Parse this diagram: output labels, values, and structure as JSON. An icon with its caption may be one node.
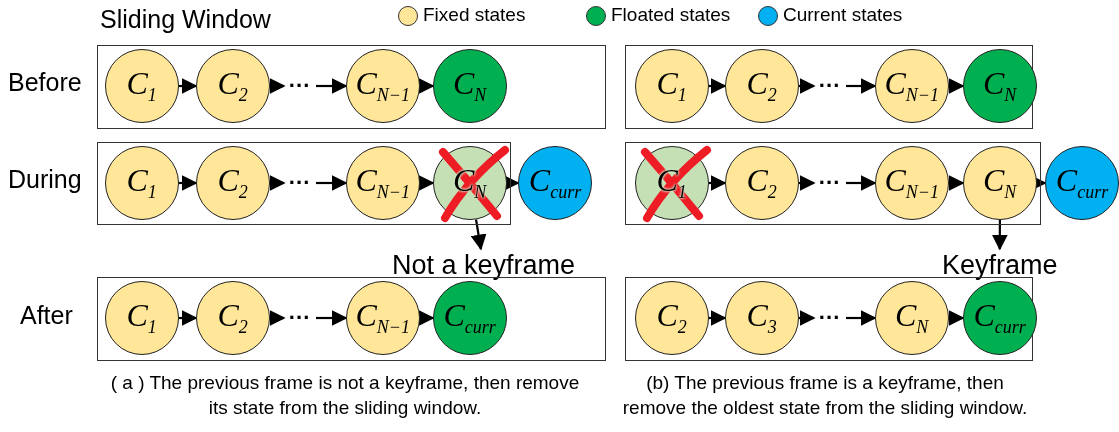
{
  "diagram": {
    "title": "Sliding Window",
    "nodes": [
      {
        "text": [],
        "shape": "box"
      },
      {
        "text": [
          "C$_{1}$"
        ],
        "in": 0
      },
      {
        "text": [
          "C$_{2}$"
        ],
        "in": 0
      },
      {
        "text": [
          "···"
        ],
        "in": 0
      },
      {
        "text": [
          "C$_{N−1}$"
        ],
        "in": 0
      },
      {
        "text": [
          "C$_{N}$"
        ],
        "in": 0
      },
      {
        "text": [],
        "shape": "box"
      },
      {
        "text": [
          "C$_{1}$"
        ],
        "in": 6
      },
      {
        "text": [
          "C$_{2}$"
        ],
        "in": 6
      },
      {
        "text": [
          "···"
        ],
        "in": 6
      },
      {
        "text": [
          "C$_{N−1}$"
        ],
        "in": 6
      },
      {
        "text": [
          "C$_{N}$"
        ],
        "in": 6
      },
      {
        "text": [],
        "shape": "box"
      },
      {
        "text": [
          "C$_{1}$"
        ],
        "in": 12
      },
      {
        "text": [
          "C$_{2}$"
        ],
        "in": 12
      },
      {
        "text": [
          "···"
        ],
        "in": 12
      },
      {
        "text": [
          "C$_{N−1}$"
        ],
        "in": 12
      },
      {
        "text": [
          "C$_{N}$"
        ],
        "in": 12
      },
      {
        "text": [
          "C$_{curr}$"
        ]
      },
      {
        "text": [],
        "shape": "box"
      },
      {
        "text": [
          "C$_{1}$"
        ],
        "in": 19
      },
      {
        "text": [
          "C$_{2}$"
        ],
        "in": 19
      },
      {
        "text": [
          "···"
        ],
        "in": 19
      },
      {
        "text": [
          "C$_{N−1}$"
        ],
        "in": 19
      },
      {
        "text": [
          "C$_{N}$"
        ],
        "in": 19
      },
      {
        "text": [
          "C$_{curr}$"
        ]
      },
      {
        "text": [
          "Not a keyframe"
        ]
      },
      {
        "text": [
          "Keyframe"
        ]
      },
      {
        "text": [],
        "shape": "box"
      },
      {
        "text": [
          "C$_{1}$"
        ],
        "in": 28
      },
      {
        "text": [
          "C$_{2}$"
        ],
        "in": 28
      },
      {
        "text": [
          "···"
        ],
        "in": 28
      },
      {
        "text": [
          "C$_{N−1}$"
        ],
        "in": 28
      },
      {
        "text": [
          "C$_{curr}$"
        ],
        "in": 28
      },
      {
        "text": [],
        "shape": "box"
      },
      {
        "text": [
          "C$_{2}$"
        ],
        "in": 34
      },
      {
        "text": [
          "C$_{3}$"
        ],
        "in": 34
      },
      {
        "text": [
          "···"
        ],
        "in": 34
      },
      {
        "text": [
          "C$_{N}$"
        ],
        "in": 34
      },
      {
        "text": [
          "C$_{curr}$"
        ],
        "in": 34
      }
    ],
    "edges": [
      {
        "from": 1,
        "to": 2,
        "arrow": "to"
      },
      {
        "from": 2,
        "to": 3,
        "arrow": "to"
      },
      {
        "from": 3,
        "to": 4,
        "arrow": "to"
      },
      {
        "from": 4,
        "to": 5,
        "arrow": "to"
      },
      {
        "from": 7,
        "to": 8,
        "arrow": "to"
      },
      {
        "from": 8,
        "to": 9,
        "arrow": "to"
      },
      {
        "from": 9,
        "to": 10,
        "arrow": "to"
      },
      {
        "from": 10,
        "to": 11,
        "arrow": "to"
      },
      {
        "from": 13,
        "to": 14,
        "arrow": "to"
      },
      {
        "from": 14,
        "to": 15,
        "arrow": "to"
      },
      {
        "from": 15,
        "to": 16,
        "arrow": "to"
      },
      {
        "from": 16,
        "to": 17,
        "arrow": "to"
      },
      {
        "from": 17,
        "to": 18,
        "arrow": "to"
      },
      {
        "from": 20,
        "to": 21,
        "arrow": "to"
      },
      {
        "from": 21,
        "to": 22,
        "arrow": "to"
      },
      {
        "from": 22,
        "to": 23,
        "arrow": "to"
      },
      {
        "from": 23,
        "to": 24,
        "arrow": "to"
      },
      {
        "from": 24,
        "to": 25,
        "arrow": "to"
      },
      {
        "from": 17,
        "to": 26,
        "arrow": "to"
      },
      {
        "from": 24,
        "to": 27,
        "arrow": "to"
      },
      {
        "from": 29,
        "to": 30,
        "arrow": "to"
      },
      {
        "from": 30,
        "to": 31,
        "arrow": "to"
      },
      {
        "from": 31,
        "to": 32,
        "arrow": "to"
      },
      {
        "from": 32,
        "to": 33,
        "arrow": "to"
      },
      {
        "from": 35,
        "to": 36,
        "arrow": "to"
      },
      {
        "from": 36,
        "to": 37,
        "arrow": "to"
      },
      {
        "from": 37,
        "to": 38,
        "arrow": "to"
      },
      {
        "from": 38,
        "to": 39,
        "arrow": "to"
      }
    ],
    "labels": [
      "Before",
      "During",
      "After",
      "( a )  The previous frame is not a keyframe, then remove its state from the sliding window.",
      "(b) The previous frame is a keyframe, then remove the oldest state from the sliding window."
    ],
    "legend": [
      {
        "text": "Fixed states",
        "color": "#ffe699"
      },
      {
        "text": "Floated states",
        "color": "#00b050"
      },
      {
        "text": "Current states",
        "color": "#00b0f0"
      }
    ]
  }
}
